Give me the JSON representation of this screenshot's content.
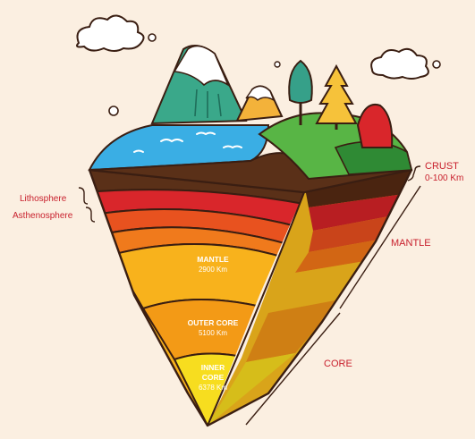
{
  "colors": {
    "background": "#fbefe1",
    "outline": "#3a1e12",
    "label_red": "#c8202d",
    "crust": "#5a3018",
    "lithosphere": "#d9262b",
    "asthenosphere": "#e8521f",
    "upper_mantle": "#f07a1c",
    "mantle": "#f8b21c",
    "outer_core": "#f39a16",
    "inner_core": "#f7dd1f",
    "ocean": "#3aaee4",
    "grass": "#58b545",
    "white_text": "#ffffff"
  },
  "labels": {
    "crust": "CRUST",
    "crust_depth": "0-100 Km",
    "lithosphere": "Lithosphere",
    "asthenosphere": "Asthenosphere",
    "mantle_side": "MANTLE",
    "core_side": "CORE"
  },
  "layers": {
    "mantle": {
      "name": "MANTLE",
      "depth": "2900 Km"
    },
    "outer_core": {
      "name": "OUTER CORE",
      "depth": "5100 Km"
    },
    "inner_core": {
      "name_line1": "INNER",
      "name_line2": "CORE",
      "depth": "6378 Km"
    }
  },
  "icons": [
    "cloud-icon",
    "mountain-icon",
    "tree-icon",
    "ocean-icon"
  ]
}
